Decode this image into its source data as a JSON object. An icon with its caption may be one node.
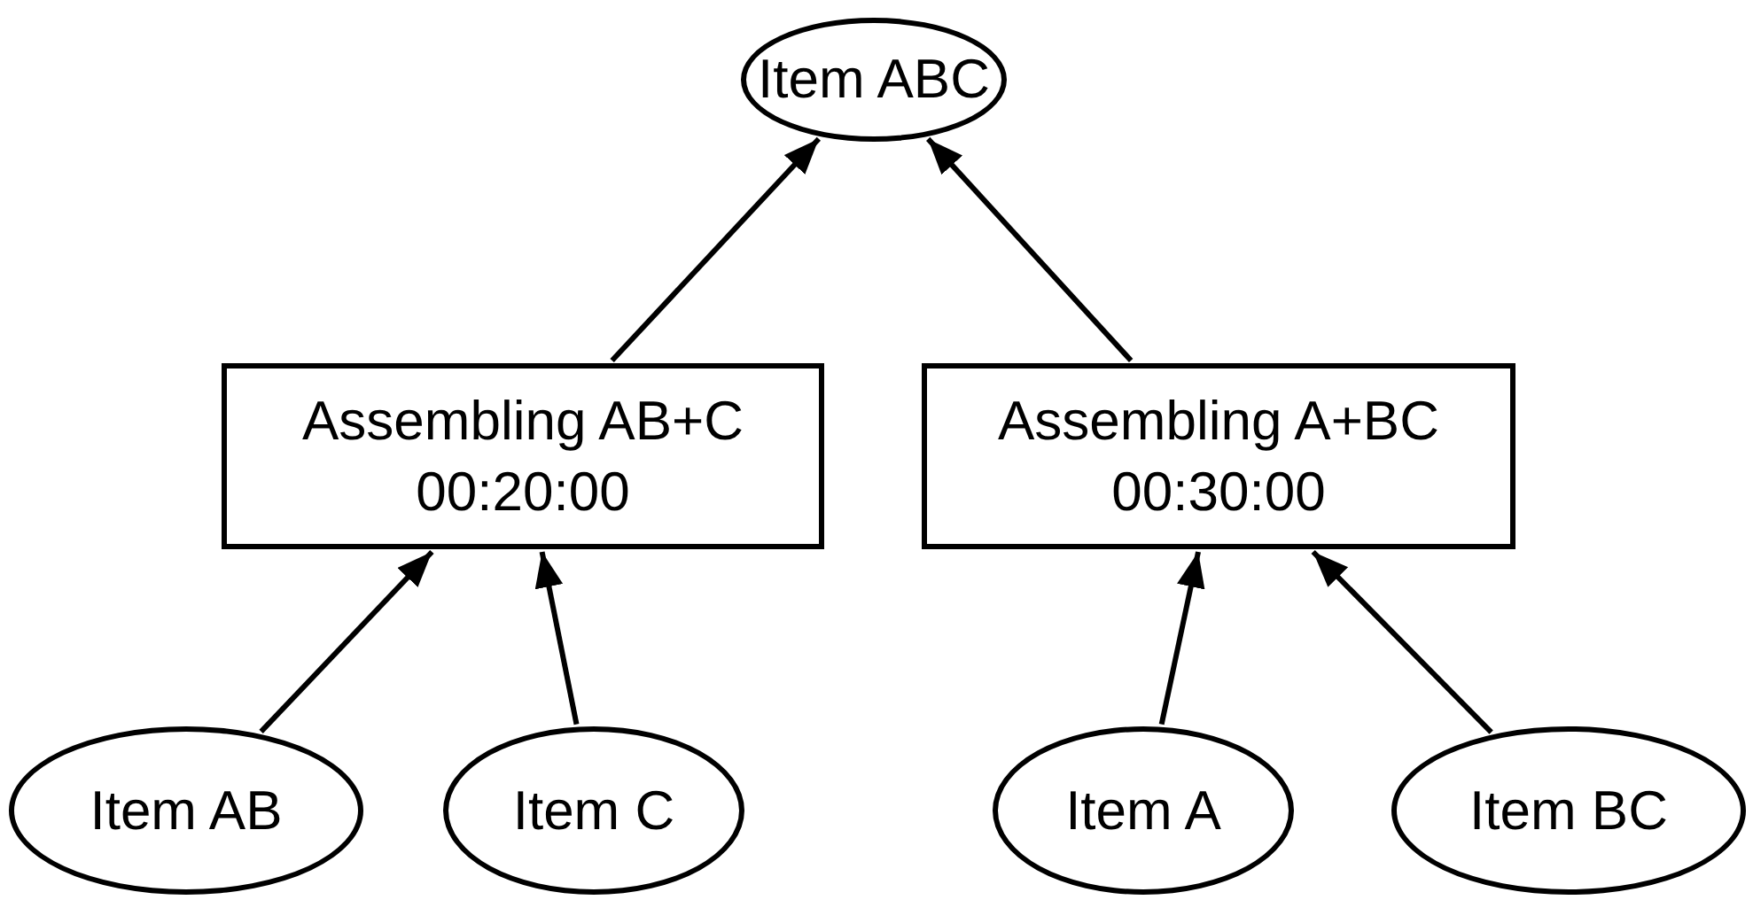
{
  "diagram": {
    "nodes": [
      {
        "text": [
          "Item ABC"
        ]
      },
      {
        "text": [
          "Assembling AB+C",
          "00:20:00"
        ]
      },
      {
        "text": [
          "Assembling A+BC",
          "00:30:00"
        ]
      },
      {
        "text": [
          "Item AB"
        ]
      },
      {
        "text": [
          "Item C"
        ]
      },
      {
        "text": [
          "Item A"
        ]
      },
      {
        "text": [
          "Item BC"
        ]
      }
    ],
    "edges": [
      {
        "from": 1,
        "to": 0,
        "arrow": "to"
      },
      {
        "from": 2,
        "to": 0,
        "arrow": "to"
      },
      {
        "from": 3,
        "to": 1,
        "arrow": "to"
      },
      {
        "from": 4,
        "to": 1,
        "arrow": "to"
      },
      {
        "from": 5,
        "to": 2,
        "arrow": "to"
      },
      {
        "from": 6,
        "to": 2,
        "arrow": "to"
      }
    ]
  }
}
